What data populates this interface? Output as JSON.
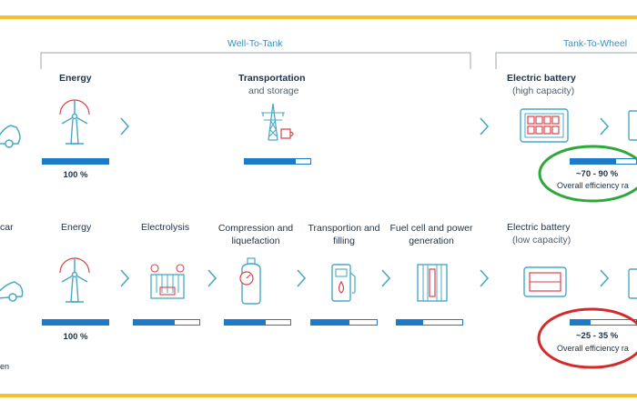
{
  "headers": {
    "well_to_tank": "Well-To-Tank",
    "tank_to_wheel": "Tank-To-Wheel"
  },
  "row1": {
    "energy": {
      "label": "Energy",
      "percent": "100 %",
      "fill": 1.0
    },
    "transport": {
      "label": "Transportation",
      "sublabel": "and storage",
      "fill": 0.78
    },
    "battery": {
      "label": "Electric battery",
      "sublabel": "(high capacity)",
      "fill": 0.7
    },
    "result": {
      "range": "~70 - 90 %",
      "note": "Overall efficiency ra"
    }
  },
  "row2": {
    "left_label": "car",
    "energy": {
      "label": "Energy",
      "percent": "100 %",
      "fill": 1.0
    },
    "electrolysis": {
      "label": "Electrolysis",
      "fill": 0.62
    },
    "compression": {
      "label": "Compression and liquefaction",
      "fill": 0.62
    },
    "transport": {
      "label": "Transportion and filling",
      "fill": 0.58
    },
    "fuelcell": {
      "label": "Fuel cell and power generation",
      "fill": 0.4
    },
    "battery": {
      "label": "Electric battery",
      "sublabel": "(low capacity)"
    },
    "result": {
      "range": "~25 - 35 %",
      "note": "Overall efficiency ra",
      "fill": 0.3
    }
  },
  "footnote": "en",
  "colors": {
    "accent": "#1d7ac9",
    "icon_teal": "#4aa8c7",
    "icon_red": "#d9434c",
    "highlight_green": "#2ea83a",
    "highlight_red": "#d42a2a",
    "frame_yellow": "#f3c12b"
  },
  "icons": [
    "car-icon",
    "wind-turbine-icon",
    "power-pylon-icon",
    "battery-icon",
    "electrolyzer-icon",
    "gas-tank-icon",
    "fuel-pump-icon",
    "fuel-cell-icon",
    "chevron-right-icon"
  ]
}
